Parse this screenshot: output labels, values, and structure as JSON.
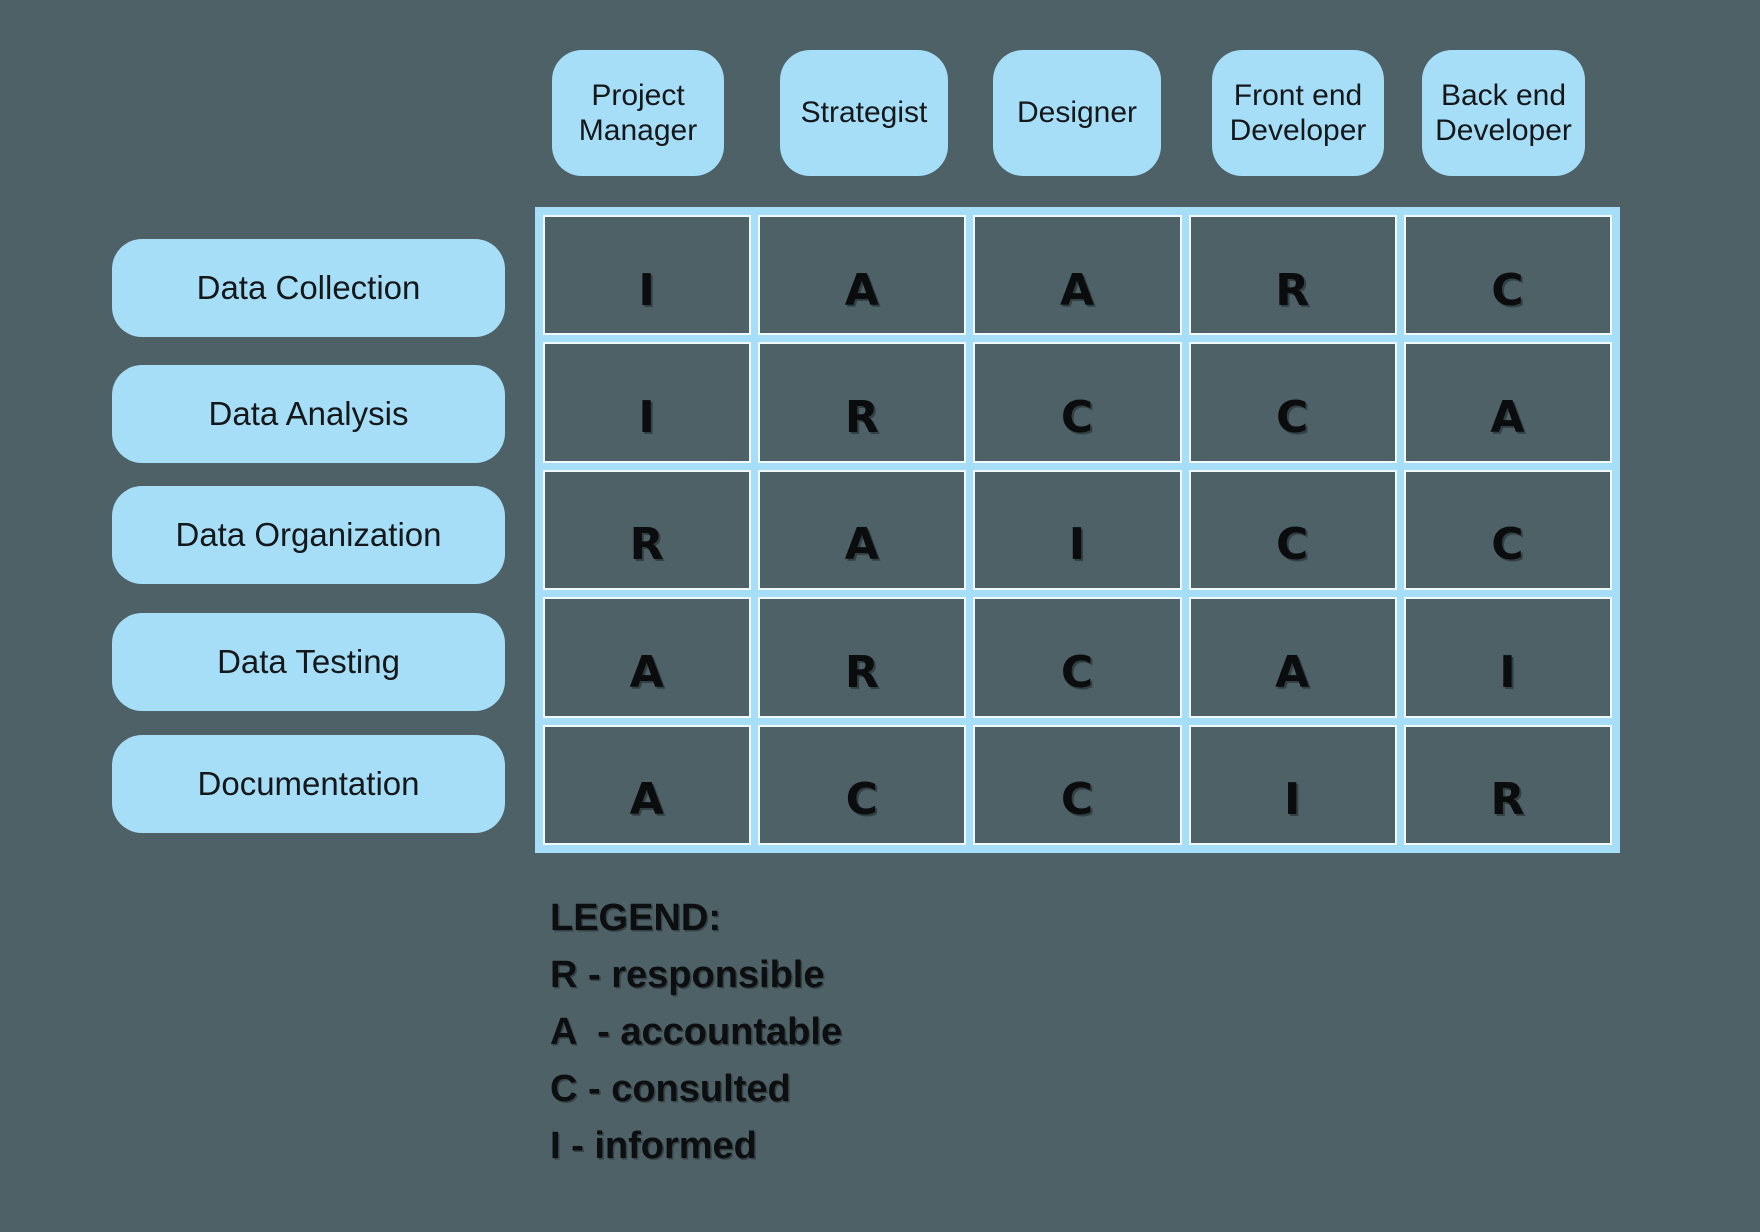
{
  "matrix": {
    "columns": [
      "Project Manager",
      "Strategist",
      "Designer",
      "Front end Developer",
      "Back end Developer"
    ],
    "rows": [
      "Data Collection",
      "Data Analysis",
      "Data Organization",
      "Data Testing",
      "Documentation"
    ],
    "cells": [
      [
        "I",
        "A",
        "A",
        "R",
        "C"
      ],
      [
        "I",
        "R",
        "C",
        "C",
        "A"
      ],
      [
        "R",
        "A",
        "I",
        "C",
        "C"
      ],
      [
        "A",
        "R",
        "C",
        "A",
        "I"
      ],
      [
        "A",
        "C",
        "C",
        "I",
        "R"
      ]
    ]
  },
  "legend": {
    "title": "LEGEND:",
    "items": [
      "R - responsible",
      "A  - accountable",
      "C - consulted",
      "I - informed"
    ]
  },
  "colors": {
    "background": "#4D6167",
    "pill_blue": "#A6DDF7",
    "grid_line_blue": "#A6DDF7",
    "cell_inner_line": "#EFF9FE",
    "text_dark": "#15181A",
    "letter_black": "#0A0C0D"
  }
}
